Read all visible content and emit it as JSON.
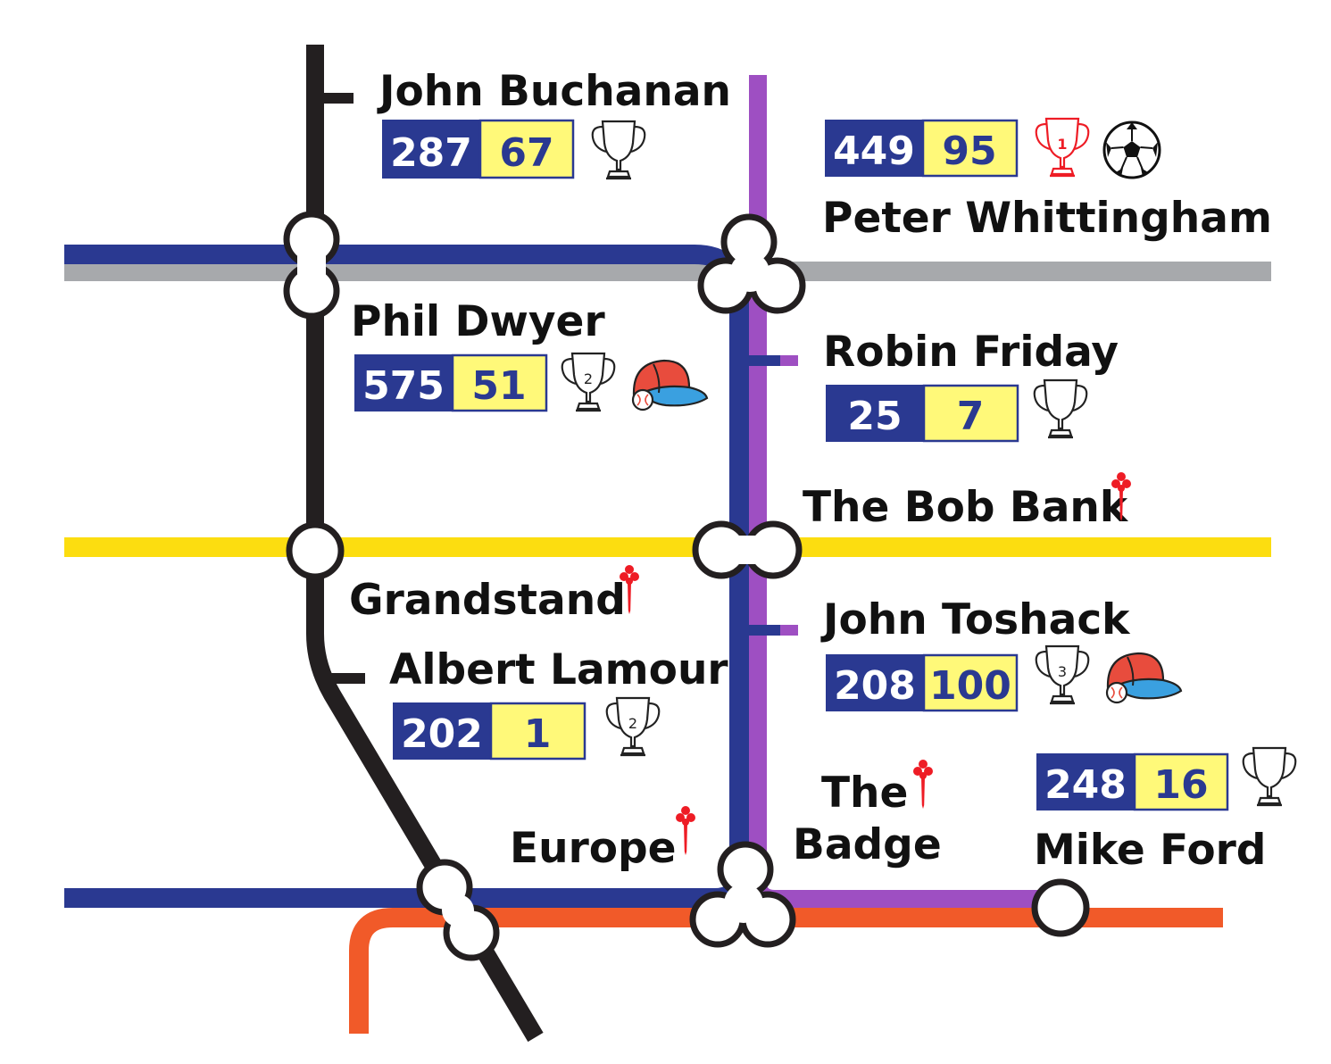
{
  "colors": {
    "black_line": "#231f20",
    "blue_line": "#2a3991",
    "grey_line": "#a7a9ac",
    "yellow_line": "#fcdd10",
    "purple_line": "#9e4fc2",
    "orange_line": "#f15a29",
    "stat_blue": "#2a3991",
    "stat_yellow": "#fff979",
    "accent_red": "#ee1c25"
  },
  "stations": [
    {
      "name": "John Buchanan",
      "stat_a": "287",
      "stat_b": "67",
      "icons": [
        "trophy-icon"
      ],
      "trophy_number": ""
    },
    {
      "name": "Peter Whittingham",
      "stat_a": "449",
      "stat_b": "95",
      "icons": [
        "red-trophy-icon",
        "football-icon"
      ],
      "trophy_number": "1"
    },
    {
      "name": "Phil Dwyer",
      "stat_a": "575",
      "stat_b": "51",
      "icons": [
        "trophy-icon",
        "cap-icon"
      ],
      "trophy_number": "2"
    },
    {
      "name": "Robin Friday",
      "stat_a": "25",
      "stat_b": "7",
      "icons": [
        "trophy-icon"
      ],
      "trophy_number": ""
    },
    {
      "name": "John Toshack",
      "stat_a": "208",
      "stat_b": "100",
      "icons": [
        "trophy-icon",
        "cap-icon"
      ],
      "trophy_number": "3"
    },
    {
      "name": "Albert Lamour",
      "stat_a": "202",
      "stat_b": "1",
      "icons": [
        "trophy-icon"
      ],
      "trophy_number": "2"
    },
    {
      "name": "Mike Ford",
      "stat_a": "248",
      "stat_b": "16",
      "icons": [
        "trophy-icon"
      ],
      "trophy_number": ""
    }
  ],
  "landmarks": [
    {
      "name": "The Bob Bank"
    },
    {
      "name": "Grandstand"
    },
    {
      "name": "Europe"
    },
    {
      "name_line1": "The",
      "name_line2": "Badge"
    }
  ]
}
